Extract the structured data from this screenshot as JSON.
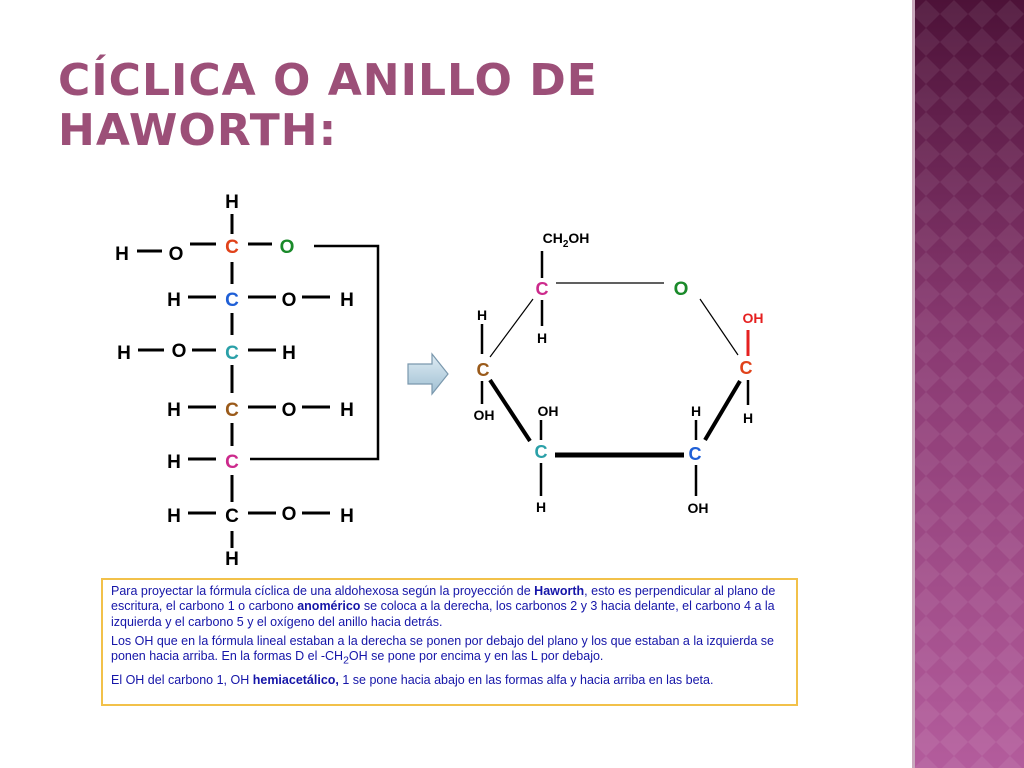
{
  "title": {
    "line1": "CÍCLICA O ANILLO DE",
    "line2": "HAWORTH:"
  },
  "colors": {
    "title": "#9c4f78",
    "side_band_dark": "#4d1238",
    "side_band_light": "#b35c9c",
    "text_blue": "#1515a8",
    "box_border": "#f2c14a",
    "carbon_red": "#e0421a",
    "carbon_blue": "#1f5fd6",
    "carbon_teal": "#2aa0a8",
    "carbon_brown": "#9a5a1a",
    "carbon_magenta": "#cc2a8c",
    "oxygen_green": "#1a8a2a",
    "oh_red": "#e52020"
  },
  "fischer": {
    "top_h": "H",
    "rows": [
      {
        "left_h": "H",
        "left_o": "O",
        "carbon": "C",
        "right_o": "O",
        "right_h": ""
      },
      {
        "left_h": "H",
        "left_o": "",
        "carbon": "C",
        "right_o": "O",
        "right_h": "H"
      },
      {
        "left_h": "H",
        "left_o": "O",
        "carbon": "C",
        "right_o": "",
        "right_h": "H"
      },
      {
        "left_h": "H",
        "left_o": "",
        "carbon": "C",
        "right_o": "O",
        "right_h": "H"
      },
      {
        "left_h": "H",
        "left_o": "",
        "carbon": "C",
        "right_o": "",
        "right_h": ""
      },
      {
        "left_h": "H",
        "left_o": "",
        "carbon": "C",
        "right_o": "O",
        "right_h": "H"
      }
    ],
    "bottom_h": "H"
  },
  "arrow_icon": "right-arrow-icon",
  "haworth": {
    "ch2oh_main": "CH",
    "ch2oh_sub": "2",
    "ch2oh_end": "OH",
    "c5": "C",
    "c5_h": "H",
    "ring_o": "O",
    "c1": "C",
    "c1_oh": "OH",
    "c1_h": "H",
    "c4": "C",
    "c4_h": "H",
    "c4_oh": "OH",
    "c3": "C",
    "c3_oh": "OH",
    "c3_h": "H",
    "c2": "C",
    "c2_h": "H",
    "c2_oh": "OH"
  },
  "explanation": {
    "p1_a": "Para proyectar la fórmula cíclica de una aldohexosa según la proyección de ",
    "p1_b": "Haworth",
    "p1_c": ", esto es perpendicular al plano de escritura,  el carbono 1 o carbono ",
    "p1_d": "anomérico",
    "p1_e": " se coloca a la derecha, los carbonos 2 y 3 hacia delante, el carbono 4 a la izquierda y el carbono 5 y el oxígeno del anillo hacia detrás.",
    "p2_a": " Los OH que en la fórmula lineal estaban a la derecha se ponen por debajo del plano y los que estaban a la izquierda se ponen hacia arriba. En la formas D el -CH",
    "p2_sub": "2",
    "p2_b": "OH se pone por encima y en las L por debajo.",
    "p3_a": "El OH del carbono 1, OH ",
    "p3_b": "hemiacetálico,",
    "p3_c": " 1 se pone hacia abajo en las formas alfa y hacia arriba en las beta."
  }
}
